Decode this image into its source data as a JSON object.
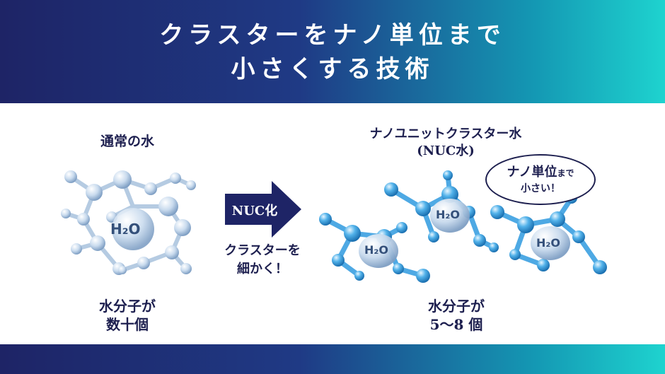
{
  "header": {
    "title_line1": "クラスターをナノ単位まで",
    "title_line2": "小さくする技術"
  },
  "left": {
    "heading": "通常の水",
    "molecule_label": "H₂O",
    "caption_line1": "水分子が",
    "caption_line2": "数十個"
  },
  "center": {
    "arrow_label": "NUC化",
    "caption_line1": "クラスターを",
    "caption_line2": "細かく！"
  },
  "right": {
    "heading_line1": "ナノユニットクラスター水",
    "heading_line2": "(NUC水)",
    "molecule_label": "H₂O",
    "caption_line1": "水分子が",
    "caption_line2": "5〜8 個",
    "badge_line1": "ナノ単位",
    "badge_line1_small": "まで",
    "badge_line2": "小さい！"
  },
  "colors": {
    "navy": "#1e2466",
    "teal": "#1ed3cf",
    "text": "#1d1f4f",
    "bubble": "#a9c4df",
    "blue_molecule": "#2f93d6"
  }
}
